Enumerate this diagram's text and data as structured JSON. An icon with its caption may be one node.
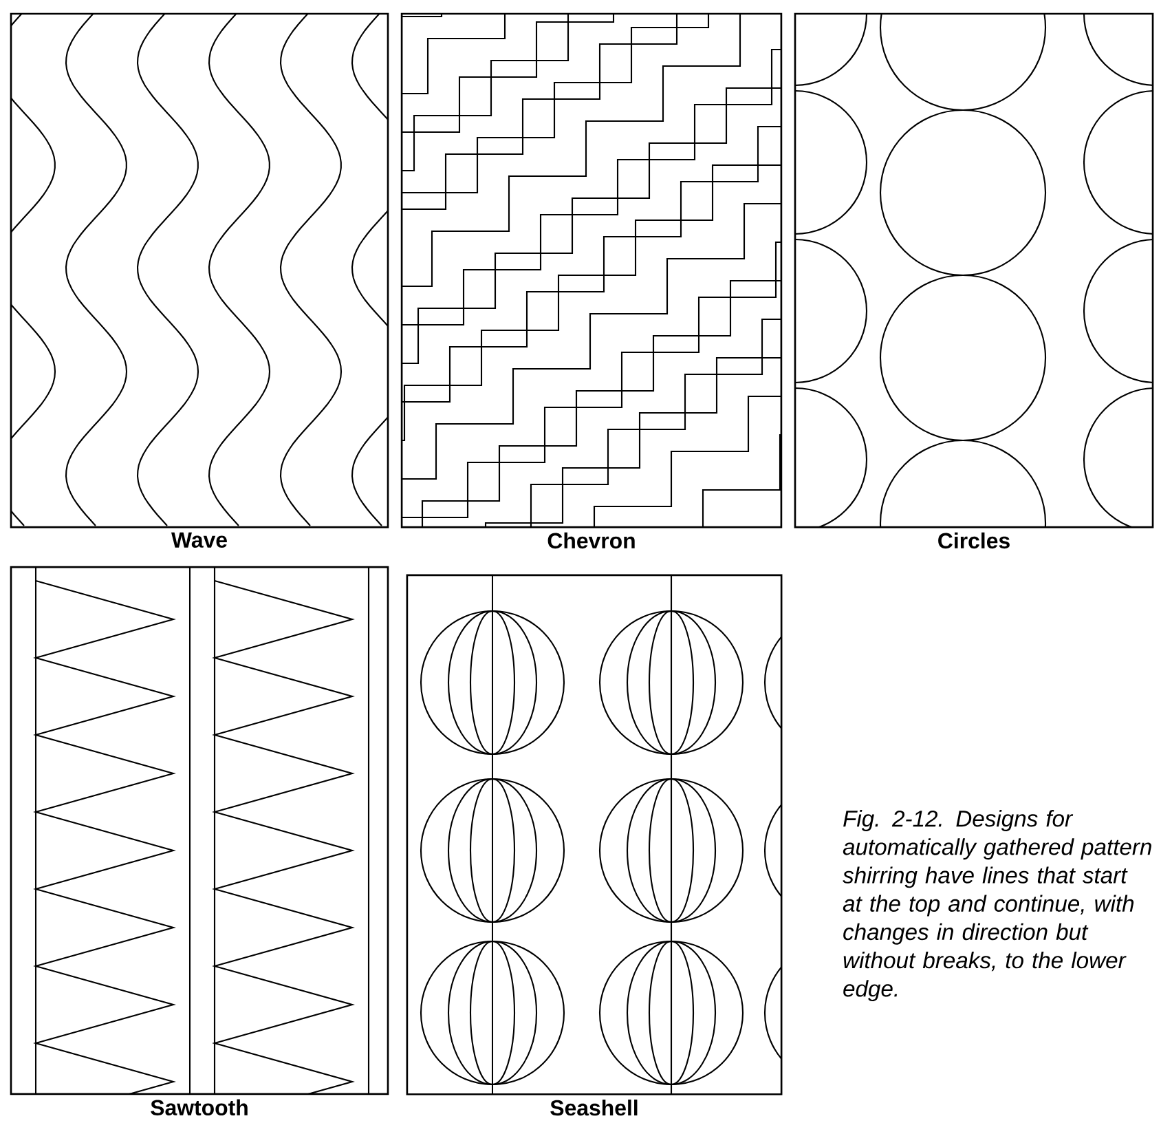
{
  "diagram": {
    "caption": "Fig. 2-12. Designs for automatically gathered pattern shirring have lines that start at the top and continue, with changes in direction but without breaks, to the lower edge.",
    "nodes": [
      {
        "text": [
          "Wave"
        ]
      },
      {
        "text": [
          "Chevron"
        ]
      },
      {
        "text": [
          "Circles"
        ]
      },
      {
        "text": [
          "Sawtooth"
        ]
      },
      {
        "text": [
          "Seashell"
        ]
      }
    ]
  }
}
